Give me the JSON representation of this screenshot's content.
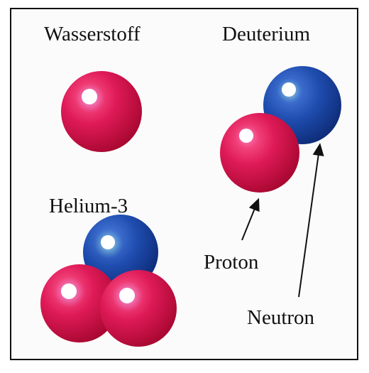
{
  "labels": {
    "hydrogen": "Wasserstoff",
    "deuterium": "Deuterium",
    "helium3": "Helium-3",
    "proton": "Proton",
    "neutron": "Neutron"
  },
  "colors": {
    "proton": "#d0104a",
    "neutron": "#1a47a8",
    "highlight": "#ffffff",
    "frame": "#111111"
  }
}
